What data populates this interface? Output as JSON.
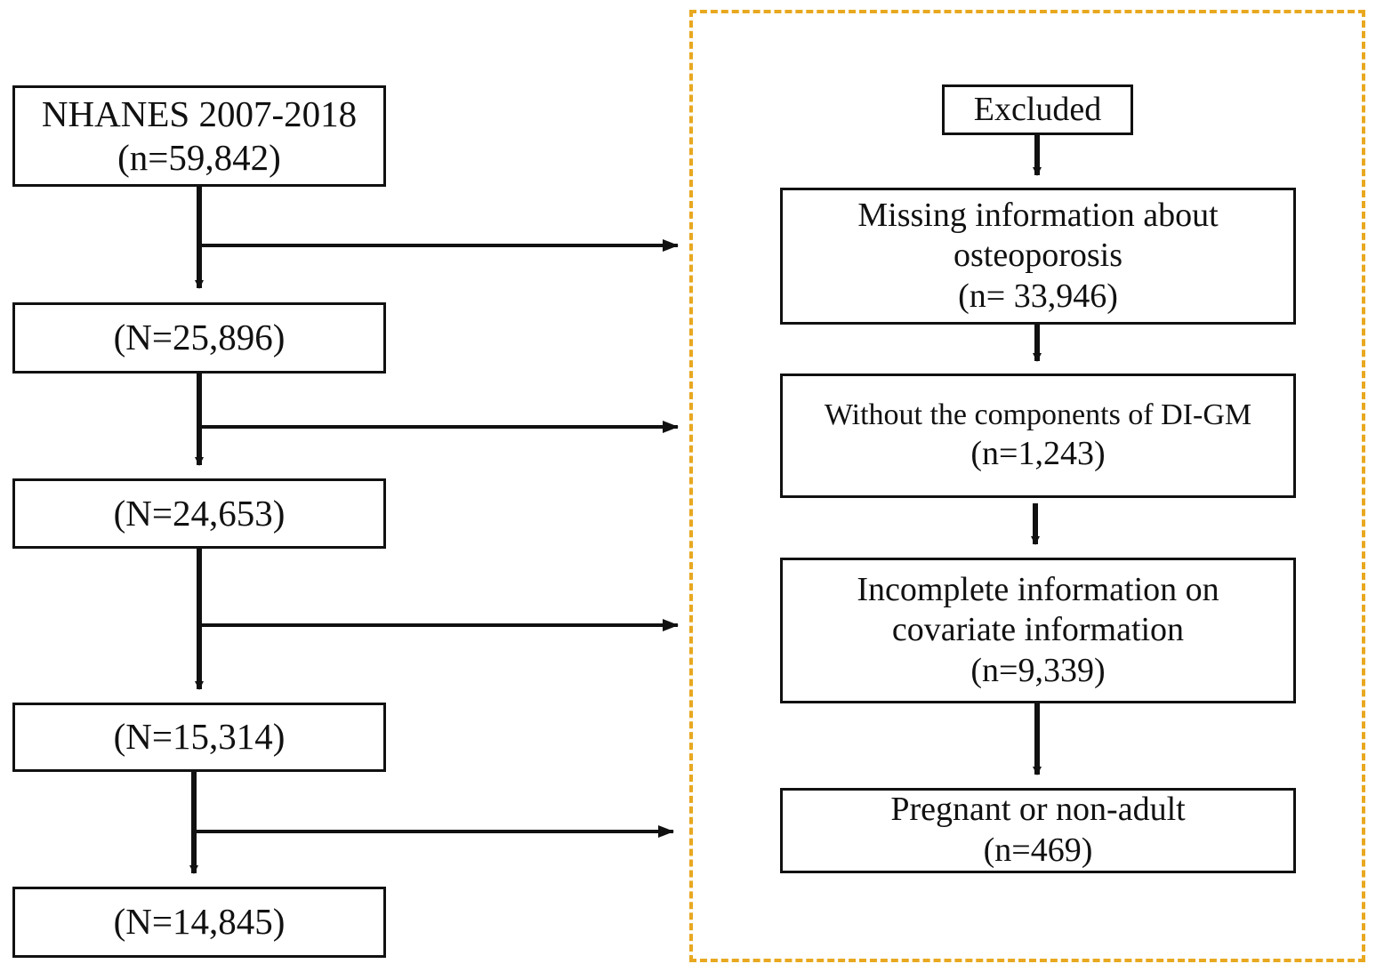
{
  "flowchart": {
    "main_steps": [
      {
        "line1": "NHANES 2007-2018",
        "line2": "(n=59,842)"
      },
      {
        "line1": "(N=25,896)"
      },
      {
        "line1": "(N=24,653)"
      },
      {
        "line1": "(N=15,314)"
      },
      {
        "line1": "(N=14,845)"
      }
    ],
    "excluded_header": "Excluded",
    "exclusions": [
      {
        "line1": "Missing information about",
        "line2": "osteoporosis",
        "line3": "(n= 33,946)"
      },
      {
        "line1": "Without the components of DI-GM",
        "line2": "(n=1,243)"
      },
      {
        "line1": "Incomplete information on",
        "line2": "covariate information",
        "line3": "(n=9,339)"
      },
      {
        "line1": "Pregnant or non-adult",
        "line2": "(n=469)"
      }
    ]
  },
  "colors": {
    "exclusion_frame": "#E8A820",
    "lines": "#111111"
  }
}
